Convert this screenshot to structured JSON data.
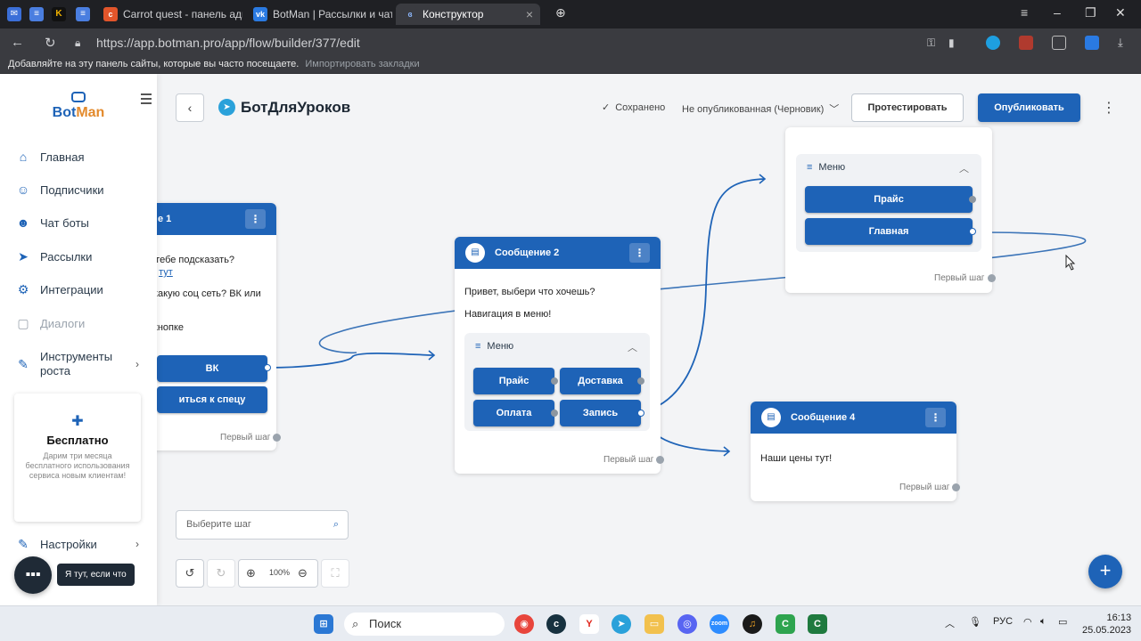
{
  "browser": {
    "tabs": [
      {
        "label": "Carrot quest - панель адм"
      },
      {
        "label": "BotMan | Рассылки и чат-"
      },
      {
        "label": "Конструктор"
      }
    ],
    "url": "https://app.botman.pro/app/flow/builder/377/edit",
    "bookmarks_hint": "Добавляйте на эту панель сайты, которые вы часто посещаете.",
    "bookmarks_import": "Импортировать закладки"
  },
  "sidebar": {
    "logo": {
      "part1": "Bot",
      "part2": "Man"
    },
    "items": [
      {
        "label": "Главная"
      },
      {
        "label": "Подписчики"
      },
      {
        "label": "Чат боты"
      },
      {
        "label": "Рассылки"
      },
      {
        "label": "Интеграции"
      },
      {
        "label": "Диалоги"
      },
      {
        "label": "Инструменты роста"
      },
      {
        "label": "Настройки"
      }
    ],
    "promo": {
      "title": "Бесплатно",
      "desc": "Дарим три месяца бесплатного использования сервиса новым клиентам!"
    },
    "chat_tip": "Я тут, если что"
  },
  "header": {
    "title": "БотДляУроков",
    "saved": "Сохранено",
    "status": "Не опубликованная (Черновик)",
    "test_btn": "Протестировать",
    "publish_btn": "Опубликовать"
  },
  "canvas": {
    "card1": {
      "title": "е 1",
      "lines": [
        "о тебе подсказать?",
        "т",
        "тут",
        "какую соц сеть? ВК или",
        "кнопке"
      ],
      "btn1": "ВК",
      "btn2": "иться к спецу",
      "first_step": "Первый шаг"
    },
    "card2": {
      "title": "Сообщение 2",
      "text1": "Привет, выбери что хочешь?",
      "text2": "Навигация в меню!",
      "menu": "Меню",
      "buttons": [
        "Прайс",
        "Доставка",
        "Оплата",
        "Запись"
      ],
      "first_step": "Первый шаг"
    },
    "card3": {
      "menu": "Меню",
      "buttons": [
        "Прайс",
        "Главная"
      ],
      "first_step": "Первый шаг"
    },
    "card4": {
      "title": "Сообщение 4",
      "text": "Наши цены тут!",
      "first_step": "Первый шаг"
    },
    "search_placeholder": "Выберите шаг",
    "zoom": "100%"
  },
  "taskbar": {
    "search": "Поиск",
    "lang": "РУС",
    "time": "16:13",
    "date": "25.05.2023"
  },
  "colors": {
    "primary": "#1e63b7",
    "accent": "#e38a2c"
  }
}
